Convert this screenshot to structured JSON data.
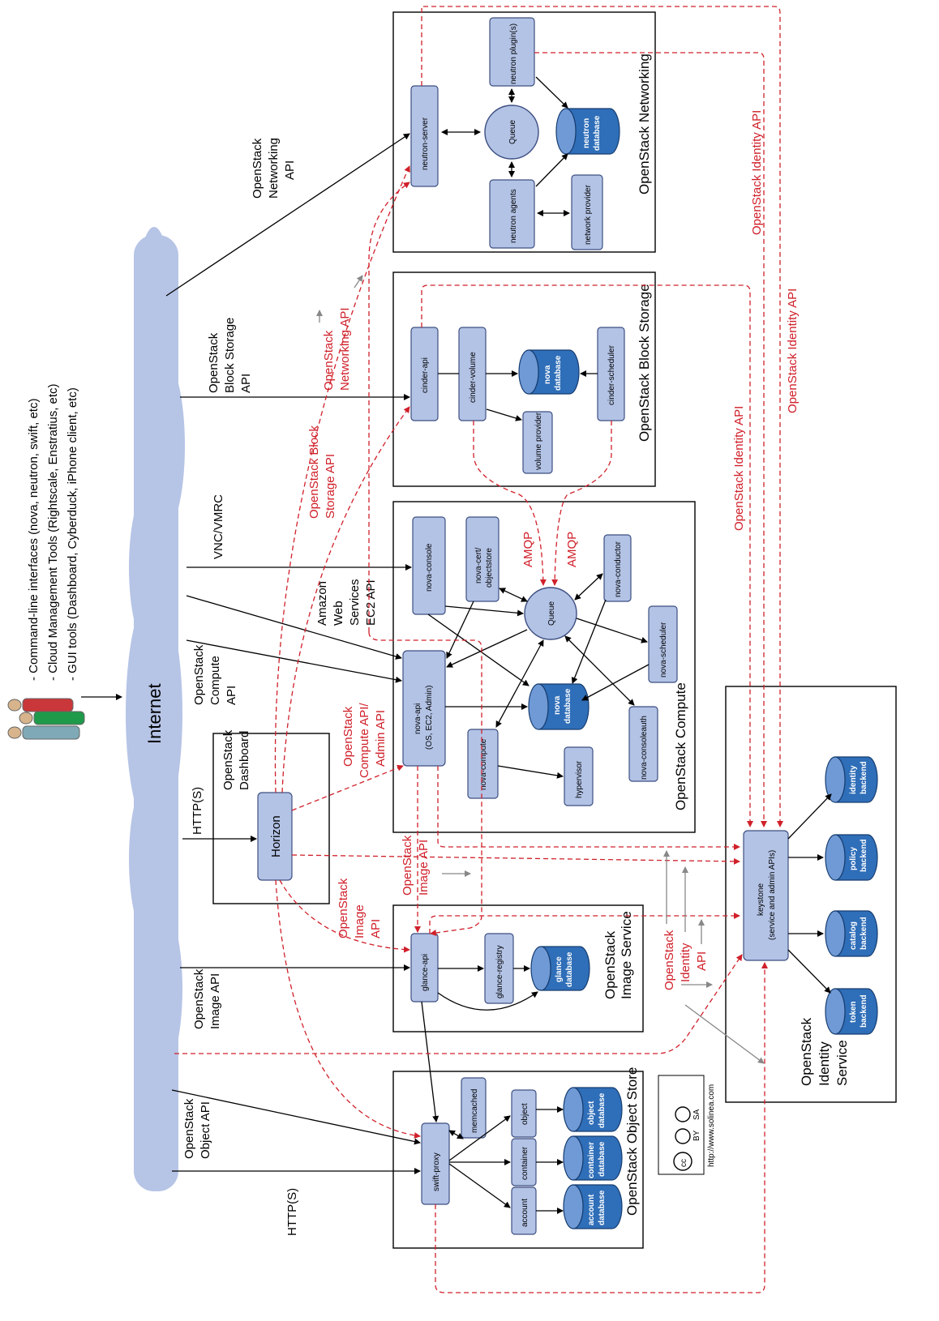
{
  "legend": {
    "cli": "- Command-line interfaces (nova, neutron, swift, etc)",
    "cloud_tools": "- Cloud Management Tools (Rightscale, Enstratius, etc)",
    "gui_tools": "- GUI tools (Dashboard, Cyberduck, iPhone client, etc)"
  },
  "internet_label": "Internet",
  "services": {
    "networking": "OpenStack Networking",
    "block_storage": "OpenStack Block Storage",
    "compute": "OpenStack Compute",
    "image": [
      "OpenStack",
      "Image Service"
    ],
    "object_store": "OpenStack Object Store",
    "identity": [
      "OpenStack",
      "Identity",
      "Service"
    ],
    "dashboard": [
      "OpenStack",
      "Dashboard"
    ]
  },
  "components": {
    "neutron_server": "neutron-server",
    "neutron_plugins": "neutron plugin(s)",
    "neutron_agents": "neutron agents",
    "network_provider": "network provider",
    "queue": "Queue",
    "cinder_api": "cinder-api",
    "cinder_volume": "cinder-volume",
    "cinder_scheduler": "cinder-scheduler",
    "volume_provider": "volume provider",
    "nova_console": "nova-console",
    "nova_cert": [
      "nova-cert/",
      "objectstore"
    ],
    "nova_conductor": "nova-conductor",
    "nova_scheduler": "nova-scheduler",
    "nova_api": [
      "nova-api",
      "(OS, EC2, Admin)"
    ],
    "nova_compute": "nova-compute",
    "hypervisor": "hypervisor",
    "nova_consoleauth": "nova-consoleauth",
    "horizon": "Horizon",
    "glance_api": "glance-api",
    "glance_registry": "glance-registry",
    "swift_proxy": "swift-proxy",
    "memcached": "memcached",
    "account": "account",
    "container": "container",
    "object": "object",
    "keystone": [
      "keystone",
      "(service and admin APIs)"
    ]
  },
  "databases": {
    "neutron": [
      "neutron",
      "database"
    ],
    "cinder_nova": [
      "nova",
      "database"
    ],
    "nova": [
      "nova",
      "database"
    ],
    "glance": [
      "glance",
      "database"
    ],
    "account": [
      "account",
      "database"
    ],
    "container": [
      "container",
      "database"
    ],
    "object": [
      "object",
      "database"
    ],
    "identity": [
      "identity",
      "backend"
    ],
    "policy": [
      "policy",
      "backend"
    ],
    "catalog": [
      "catalog",
      "backend"
    ],
    "token": [
      "token",
      "backend"
    ]
  },
  "api_labels": {
    "networking": [
      "OpenStack",
      "Networking",
      "API"
    ],
    "block_storage": [
      "OpenStack",
      "Block Storage",
      "API"
    ],
    "vnc": "VNC/VMRC",
    "ec2": [
      "Amazon",
      "Web",
      "Services",
      "EC2 API"
    ],
    "compute": [
      "OpenStack",
      "Compute",
      "API"
    ],
    "https_top": "HTTP(S)",
    "image": [
      "OpenStack",
      "Image API"
    ],
    "object": [
      "OpenStack",
      "Object API"
    ],
    "https_bottom": "HTTP(S)"
  },
  "red_labels": {
    "networking_api": [
      "OpenStack",
      "Networking API"
    ],
    "block_storage_api": [
      "OpenStack Block",
      "Storage API"
    ],
    "compute_admin_api": [
      "OpenStack",
      "Compute API/",
      "Admin API"
    ],
    "image_api_1": [
      "OpenStack",
      "Image",
      "API"
    ],
    "image_api_2": [
      "OpenStack",
      "Image API"
    ],
    "identity_api_1": "OpenStack Identity API",
    "identity_api_2": "OpenStack Identity API",
    "identity_api_3": "OpenStack Identity API",
    "identity_api_4": [
      "OpenStack",
      "Identity",
      "API"
    ],
    "amqp_1": "AMQP",
    "amqp_2": "AMQP"
  },
  "license": {
    "cc": "cc",
    "by": "BY",
    "sa": "SA",
    "url": "http://www.solinea.com"
  },
  "colors": {
    "component": "#b3c3e6",
    "database": "#2f6eb8",
    "cloud": "#b6c4e6",
    "red_api": "#d0202a"
  }
}
